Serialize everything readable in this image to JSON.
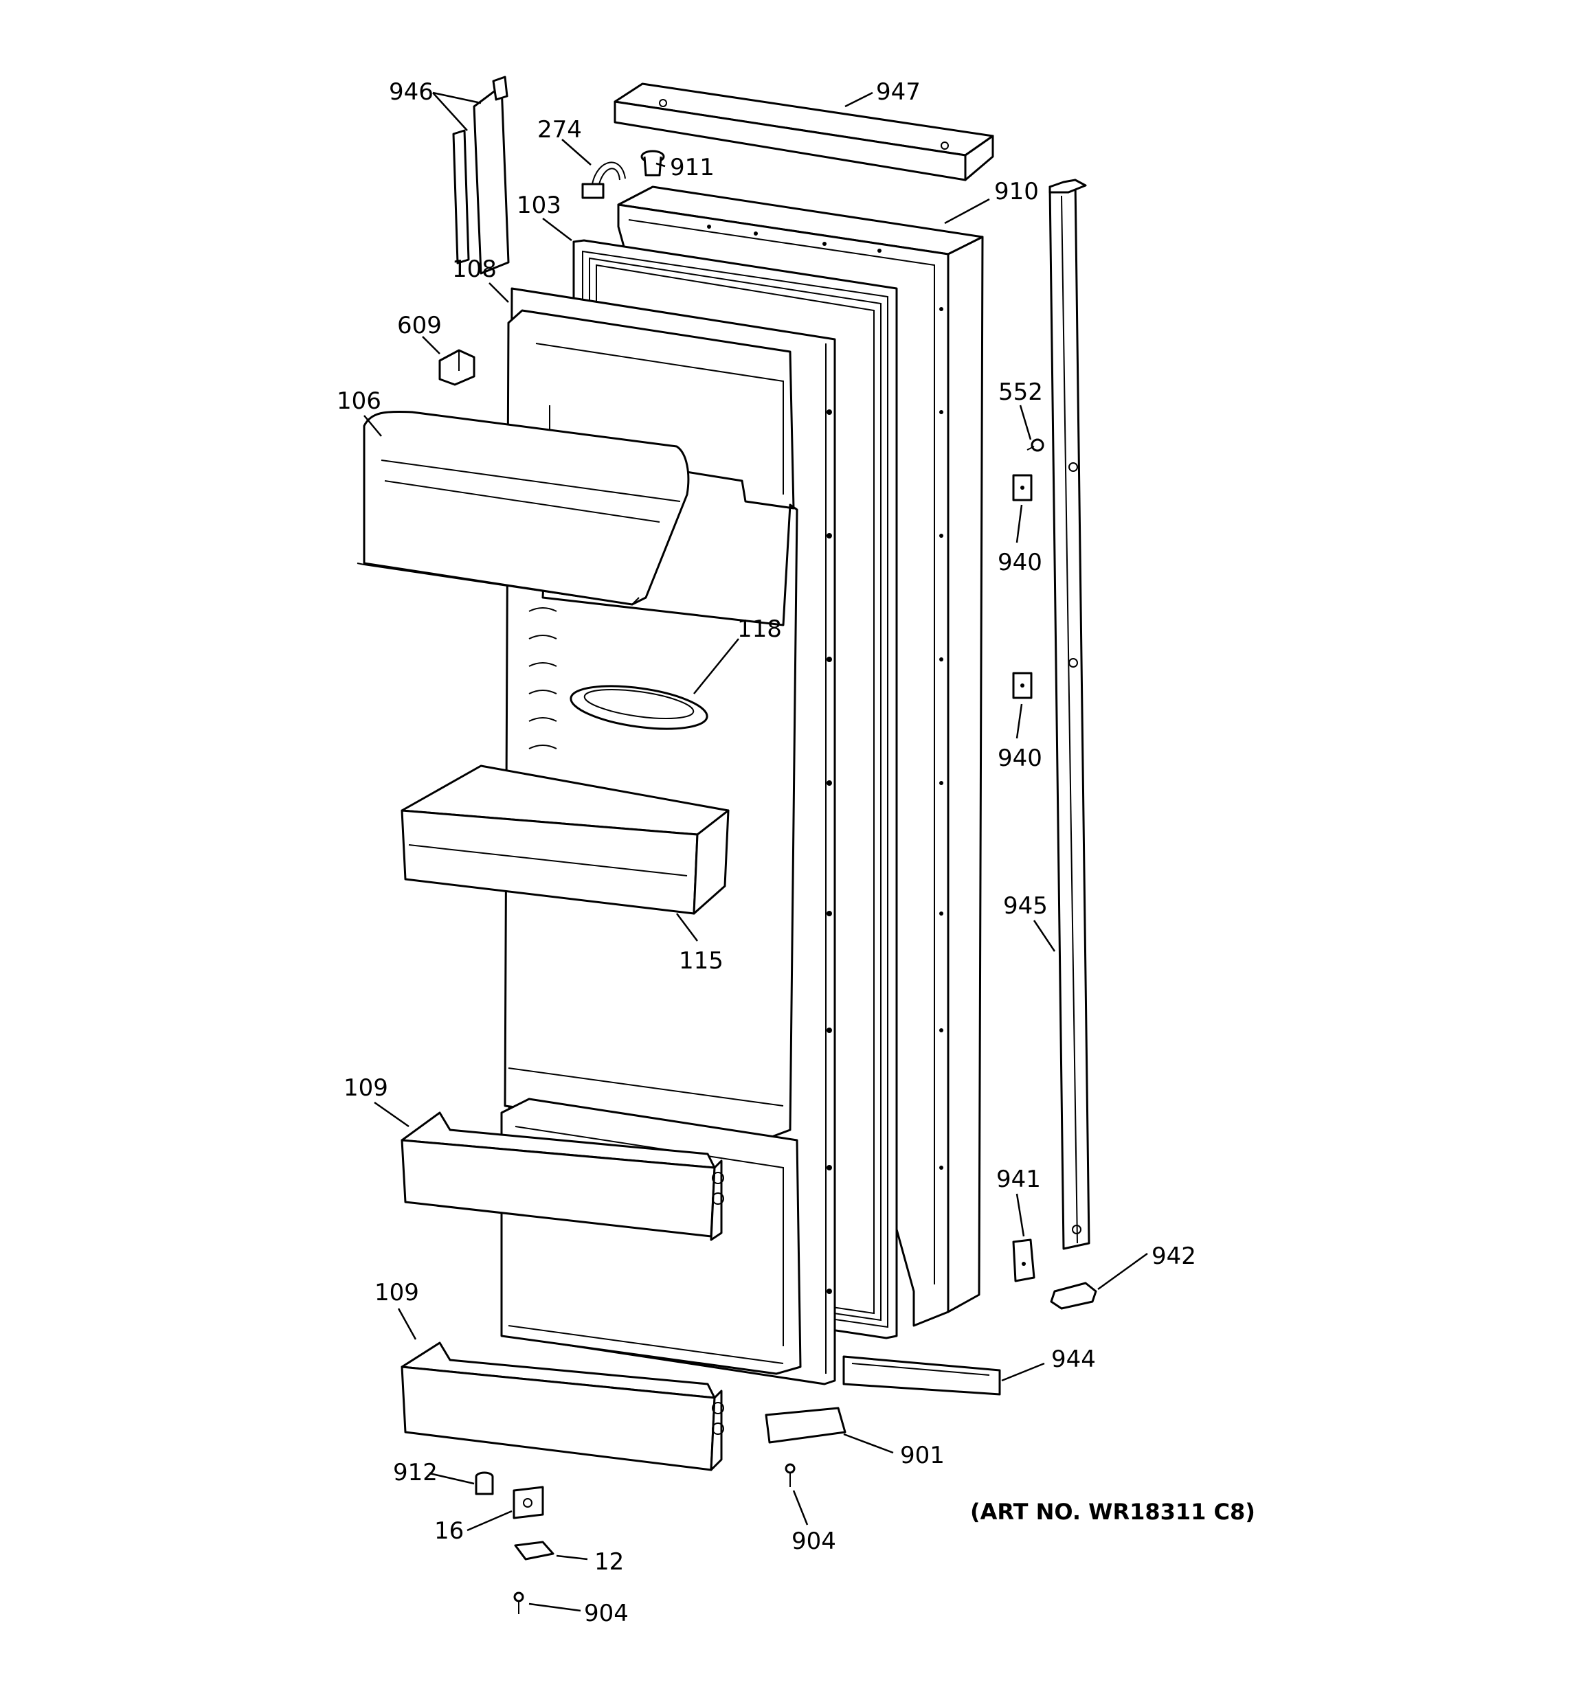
{
  "art_number": "(ART NO. WR18311 C8)",
  "callouts": {
    "p946": "946",
    "p947": "947",
    "p274": "274",
    "p911": "911",
    "p910": "910",
    "p103": "103",
    "p108": "108",
    "p609": "609",
    "p106": "106",
    "p552": "552",
    "p940a": "940",
    "p940b": "940",
    "p118": "118",
    "p115": "115",
    "p945": "945",
    "p109a": "109",
    "p941": "941",
    "p942": "942",
    "p109b": "109",
    "p944": "944",
    "p901": "901",
    "p912": "912",
    "p16": "16",
    "p904a": "904",
    "p12": "12",
    "p904b": "904"
  }
}
